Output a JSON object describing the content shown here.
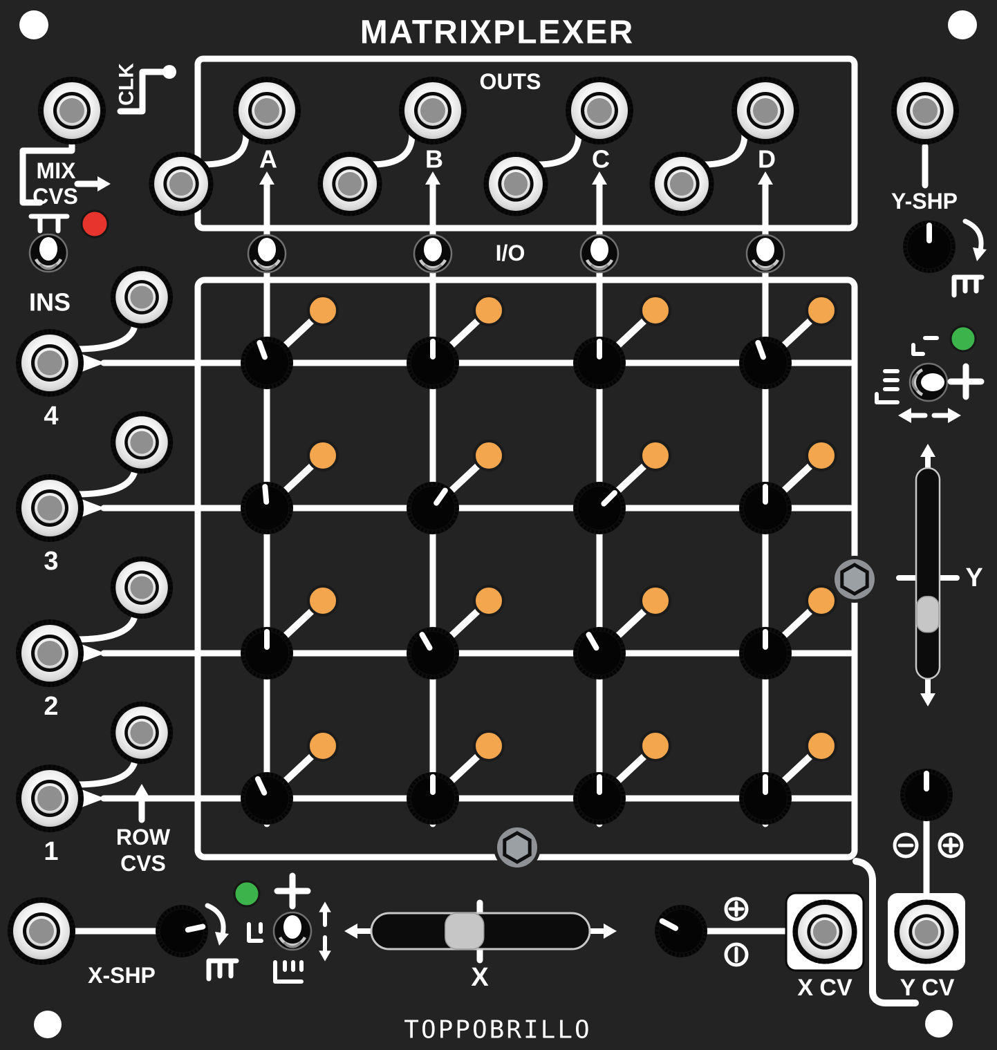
{
  "panel": {
    "title": "MATRIXPLEXER",
    "brand": "TOPPOBRILLO",
    "background": "#232323"
  },
  "colors": {
    "matrix_led": "#f4a64f",
    "green_led": "#3cb44b",
    "red_led": "#e7342d",
    "jack_hole": "#8f8f8f",
    "slider_thumb": "#c6c6c6"
  },
  "outs": {
    "label": "OUTS",
    "io_label": "I/O",
    "channels": [
      "A",
      "B",
      "C",
      "D"
    ],
    "io_toggles": [
      "up",
      "up",
      "up",
      "up"
    ]
  },
  "clk": {
    "label": "CLK",
    "mix_cvs_label": [
      "MIX",
      "CVS"
    ],
    "toggle": "up",
    "red_led": "on"
  },
  "ins": {
    "label": "INS",
    "row_labels": [
      "4",
      "3",
      "2",
      "1"
    ],
    "row_cvs_label": [
      "ROW",
      "CVS"
    ]
  },
  "matrix": {
    "rows": 4,
    "cols": 4,
    "led_state": "all-on",
    "knob_angles_deg": [
      [
        -20,
        0,
        0,
        -20
      ],
      [
        -5,
        35,
        45,
        0
      ],
      [
        0,
        -30,
        -30,
        0
      ],
      [
        -25,
        0,
        0,
        0
      ]
    ]
  },
  "x_section": {
    "shape_label": "X-SHP",
    "axis_label": "X",
    "cv_label": "X CV",
    "slider_value": 0.42,
    "mode_toggle": "up",
    "shape_knob_deg": 78,
    "cv_att_knob_deg": -62,
    "green_led": "on"
  },
  "y_section": {
    "shape_label": "Y-SHP",
    "axis_label": "Y",
    "cv_label": "Y CV",
    "slider_value": 0.71,
    "mode_toggle": "right",
    "shape_knob_deg": 0,
    "cv_att_knob_deg": 0,
    "green_led": "on"
  },
  "icons": {
    "pulse-wave": "square-pulse comb",
    "plus": "+",
    "plus-circle": "circled +",
    "minus-circle": "circled −",
    "one-circle": "circled |",
    "stairs-small": "2-step ramp",
    "stairs-large": "4-step ramp",
    "step-1": "L with 1 tick",
    "step-3": "L with 3 ticks",
    "trigger": "pi pulse",
    "clk-trace": "elbow trace with node dot"
  }
}
